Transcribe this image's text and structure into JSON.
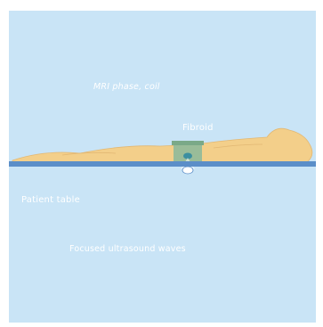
{
  "labels": {
    "mri": "MRI phase, coil",
    "fibroid": "Fibroid",
    "table": "Patient table",
    "waves": "Focused ultrasound waves"
  },
  "colors": {
    "background": "#c9e4f6",
    "body": "#f3cf8a",
    "table": "#5b8ec8",
    "coil": "#8fb99a",
    "fibroid": "#3b8fa0"
  }
}
